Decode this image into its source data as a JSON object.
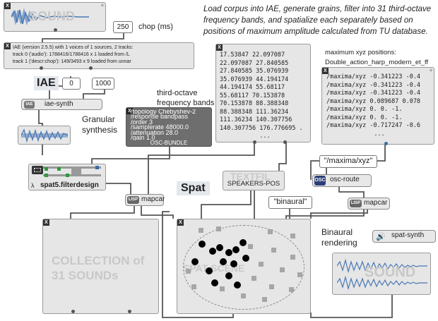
{
  "description": "Load corpus into IAE, generate grains, filter into 31 third-octave frequency bands, and spatialize each separately based on positions of maximum amplitude calculated from TU database.",
  "sound_box": {
    "label": "SOUND"
  },
  "chop": {
    "value": "250",
    "label": "chop (ms)"
  },
  "iae_info": {
    "lines": [
      "IAE (version 2.5.5) with 1 voices of 1 sources, 2 tracks:",
      "track 0 ('audio'): 1788416/1788416 x 1 loaded from /L",
      "track 1 ('descr:chop'): 149/3493 x 9 loaded from unnar"
    ]
  },
  "iae_label": "IAE",
  "iae_inputs": {
    "a": "0",
    "b": "1000"
  },
  "iae_synth": {
    "label": "iae-synth",
    "icon": "IAE"
  },
  "granular_label": "Granular synthesis",
  "third_octave_label": "third-octave frequency bands",
  "osc_bundle": {
    "lines": [
      "/topology Chebyshev-2",
      "/response bandpass",
      "/order 3",
      "/samplerate 48000.0",
      "/attenuation 28.0",
      "/gain 1.0"
    ],
    "footer": "OSC-BUNDLE"
  },
  "freq_list": {
    "lines": [
      "17.53847 22.097087",
      "22.097087 27.840585",
      "27.840585 35.076939",
      "35.076939 44.194174",
      "44.194174 55.68117",
      "55.68117 70.153878",
      "70.153878 88.388348",
      "88.388348 111.36234",
      "111.36234 140.307756",
      "140.307756 176.776695 .",
      "..."
    ]
  },
  "maxima_label": "maximum xyz positions: Double_action_harp_modern_et_ff",
  "maxima_list": {
    "lines": [
      "/maxima/xyz -0.341223 -0.4",
      "/maxima/xyz -0.341223 -0.4",
      "/maxima/xyz -0.341223 -0.4",
      "/maxima/xyz 0.089687 0.078",
      "/maxima/xyz 0. 0. -1.",
      "/maxima/xyz 0. 0. -1.",
      "/maxima/xyz -0.717247 -0.6",
      "..."
    ]
  },
  "filterdesign": {
    "label": "spat5.filterdesign"
  },
  "mapcar1": {
    "label": "mapcar",
    "icon": "LISP"
  },
  "mapcar2": {
    "label": "mapcar",
    "icon": "LISP"
  },
  "spat_label": "Spat",
  "textfile": {
    "watermark": "TEXTFIL",
    "label": "SPEAKERS-POS"
  },
  "maxima_msg": "\"/maxima/xyz\"",
  "osc_route": {
    "label": "osc-route"
  },
  "binaural_msg": "\"binaural\"",
  "collection": {
    "label": "COLLECTION of 31 SOUNDs"
  },
  "spat_scene": {
    "label": "SPAT-SCENE"
  },
  "binaural_label": "Binaural rendering",
  "spat_synth": {
    "label": "spat-synth"
  },
  "sound_out": {
    "label": "SOUND"
  },
  "colors": {
    "wave": "#4a78b5",
    "link": "#555555",
    "dark_box": "#6e6e6e"
  },
  "icons": [
    "close-icon",
    "plus-icon",
    "lisp-icon",
    "iae-icon",
    "osc-icon",
    "speaker-icon",
    "lambda-icon"
  ]
}
